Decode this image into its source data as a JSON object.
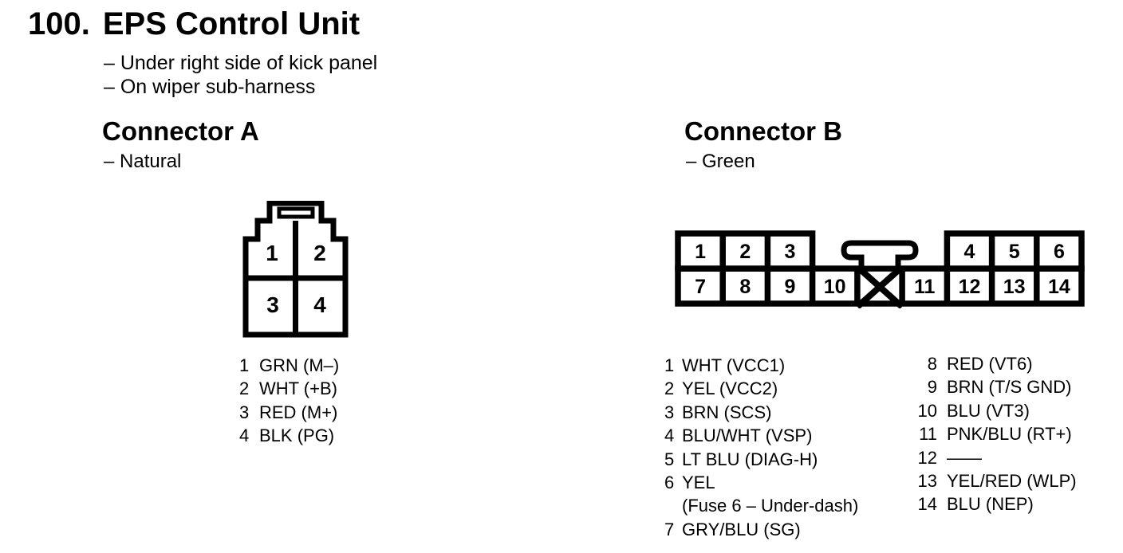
{
  "page": {
    "number": "100.",
    "title": "EPS Control Unit",
    "location_lines": [
      "– Under right side of kick panel",
      "– On wiper sub-harness"
    ]
  },
  "connector_a": {
    "heading": "Connector A",
    "color_note": "– Natural",
    "diagram": {
      "cells": [
        "1",
        "2",
        "3",
        "4"
      ]
    },
    "pins": [
      {
        "num": "1",
        "desc": "GRN (M–)"
      },
      {
        "num": "2",
        "desc": "WHT (+B)"
      },
      {
        "num": "3",
        "desc": "RED (M+)"
      },
      {
        "num": "4",
        "desc": "BLK (PG)"
      }
    ]
  },
  "connector_b": {
    "heading": "Connector B",
    "color_note": "– Green",
    "diagram": {
      "top_cells": [
        "1",
        "2",
        "3",
        "4",
        "5",
        "6"
      ],
      "bottom_cells": [
        "7",
        "8",
        "9",
        "10",
        "11",
        "12",
        "13",
        "14"
      ]
    },
    "pins_left": [
      {
        "num": "1",
        "desc": "WHT (VCC1)"
      },
      {
        "num": "2",
        "desc": "YEL (VCC2)"
      },
      {
        "num": "3",
        "desc": "BRN (SCS)"
      },
      {
        "num": "4",
        "desc": "BLU/WHT (VSP)"
      },
      {
        "num": "5",
        "desc": "LT BLU (DIAG-H)"
      },
      {
        "num": "6",
        "desc": "YEL"
      },
      {
        "num": "",
        "desc": "(Fuse 6 – Under-dash)"
      },
      {
        "num": "7",
        "desc": "GRY/BLU (SG)"
      }
    ],
    "pins_right": [
      {
        "num": "8",
        "desc": "RED (VT6)"
      },
      {
        "num": "9",
        "desc": "BRN (T/S GND)"
      },
      {
        "num": "10",
        "desc": "BLU (VT3)"
      },
      {
        "num": "11",
        "desc": "PNK/BLU (RT+)"
      },
      {
        "num": "12",
        "desc": "——"
      },
      {
        "num": "13",
        "desc": "YEL/RED (WLP)"
      },
      {
        "num": "14",
        "desc": "BLU (NEP)"
      }
    ]
  },
  "colors": {
    "ink": "#000000",
    "paper": "#ffffff"
  }
}
